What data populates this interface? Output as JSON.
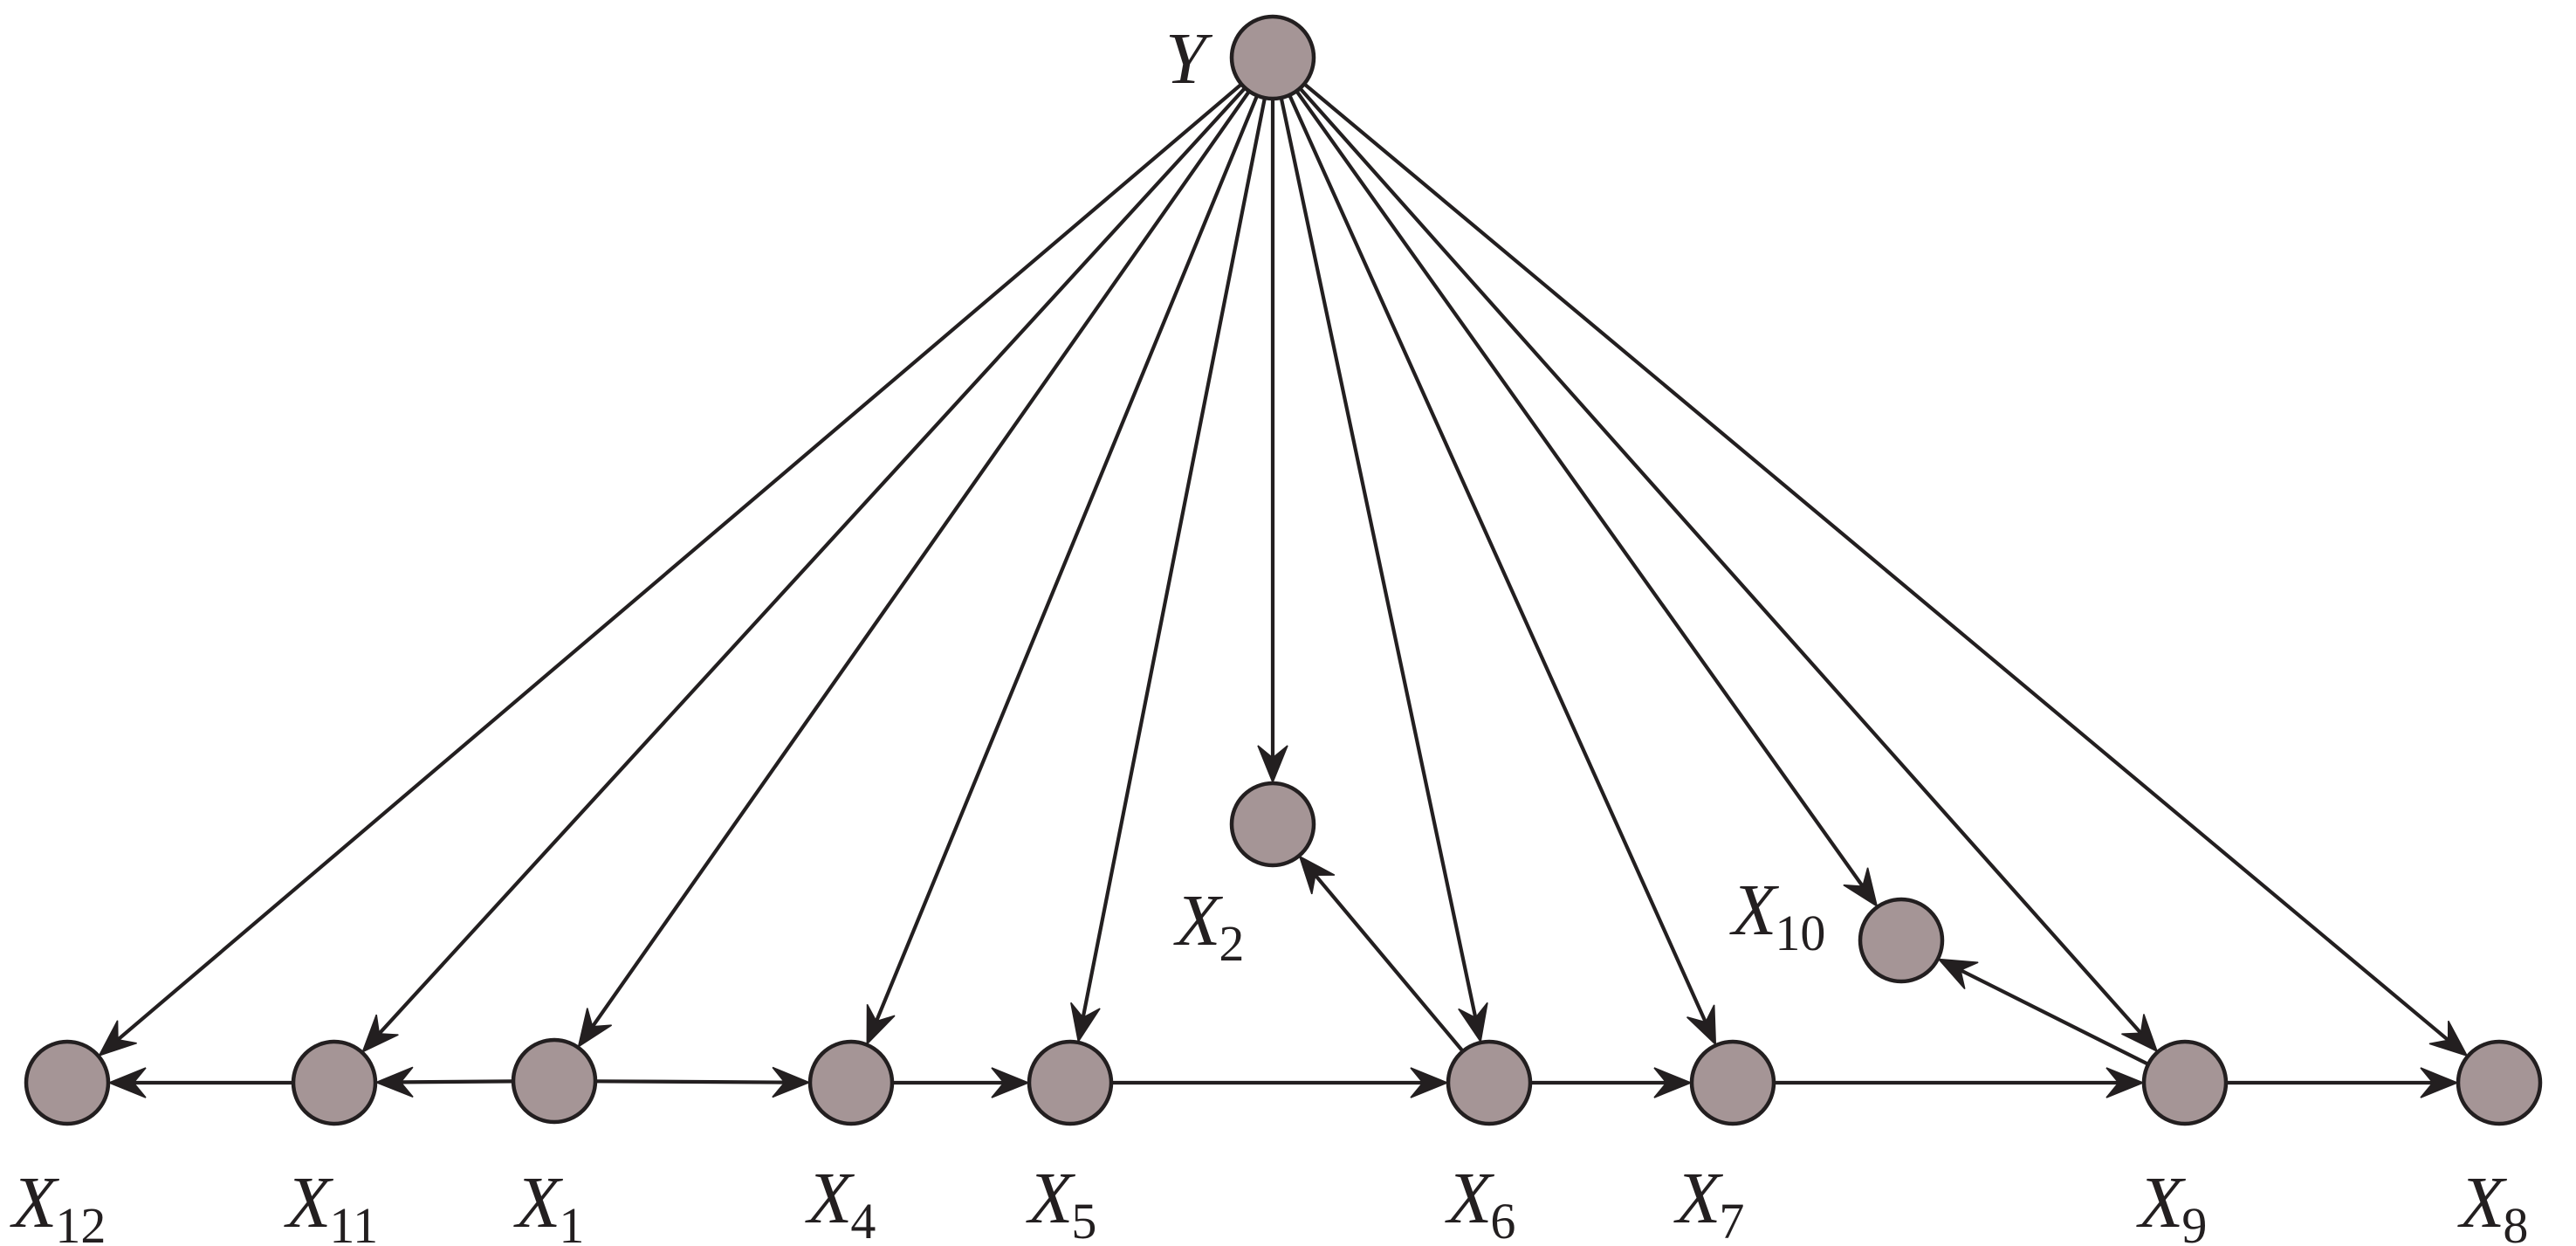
{
  "diagram": {
    "node_color": "#a59596",
    "stroke_color": "#231f20",
    "nodes": [
      {
        "id": "Y",
        "main": "Y",
        "sub": ""
      },
      {
        "id": "X12",
        "main": "X",
        "sub": "12"
      },
      {
        "id": "X11",
        "main": "X",
        "sub": "11"
      },
      {
        "id": "X1",
        "main": "X",
        "sub": "1"
      },
      {
        "id": "X4",
        "main": "X",
        "sub": "4"
      },
      {
        "id": "X5",
        "main": "X",
        "sub": "5"
      },
      {
        "id": "X2",
        "main": "X",
        "sub": "2"
      },
      {
        "id": "X6",
        "main": "X",
        "sub": "6"
      },
      {
        "id": "X7",
        "main": "X",
        "sub": "7"
      },
      {
        "id": "X10",
        "main": "X",
        "sub": "10"
      },
      {
        "id": "X9",
        "main": "X",
        "sub": "9"
      },
      {
        "id": "X8",
        "main": "X",
        "sub": "8"
      }
    ],
    "edges": [
      {
        "from": "Y",
        "to": "X12"
      },
      {
        "from": "Y",
        "to": "X11"
      },
      {
        "from": "Y",
        "to": "X1"
      },
      {
        "from": "Y",
        "to": "X4"
      },
      {
        "from": "Y",
        "to": "X5"
      },
      {
        "from": "Y",
        "to": "X2"
      },
      {
        "from": "Y",
        "to": "X6"
      },
      {
        "from": "Y",
        "to": "X7"
      },
      {
        "from": "Y",
        "to": "X10"
      },
      {
        "from": "Y",
        "to": "X9"
      },
      {
        "from": "Y",
        "to": "X8"
      },
      {
        "from": "X11",
        "to": "X12"
      },
      {
        "from": "X1",
        "to": "X11"
      },
      {
        "from": "X1",
        "to": "X4"
      },
      {
        "from": "X4",
        "to": "X5"
      },
      {
        "from": "X5",
        "to": "X6"
      },
      {
        "from": "X6",
        "to": "X2"
      },
      {
        "from": "X6",
        "to": "X7"
      },
      {
        "from": "X7",
        "to": "X9"
      },
      {
        "from": "X9",
        "to": "X10"
      },
      {
        "from": "X9",
        "to": "X8"
      }
    ]
  }
}
